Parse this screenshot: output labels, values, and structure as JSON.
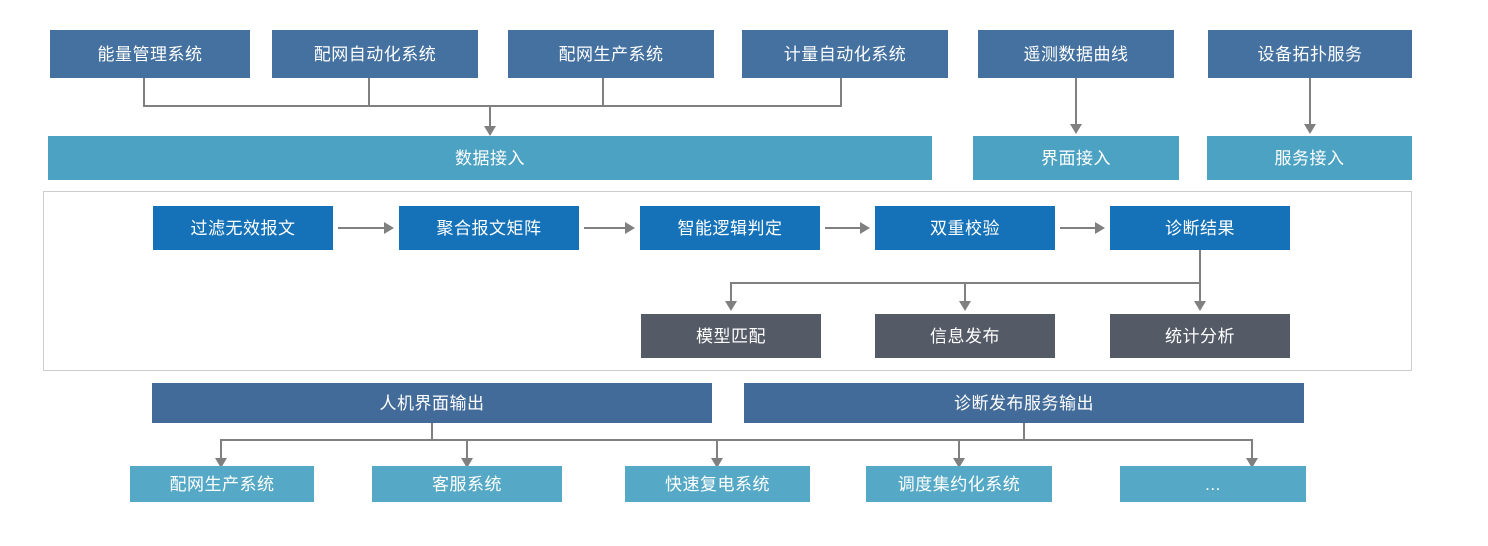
{
  "diagram": {
    "sources": [
      {
        "label": "能量管理系统"
      },
      {
        "label": "配网自动化系统"
      },
      {
        "label": "配网生产系统"
      },
      {
        "label": "计量自动化系统"
      },
      {
        "label": "遥测数据曲线"
      },
      {
        "label": "设备拓扑服务"
      }
    ],
    "access_bars": [
      {
        "label": "数据接入"
      },
      {
        "label": "界面接入"
      },
      {
        "label": "服务接入"
      }
    ],
    "pipeline": [
      {
        "label": "过滤无效报文"
      },
      {
        "label": "聚合报文矩阵"
      },
      {
        "label": "智能逻辑判定"
      },
      {
        "label": "双重校验"
      },
      {
        "label": "诊断结果"
      }
    ],
    "results": [
      {
        "label": "模型匹配"
      },
      {
        "label": "信息发布"
      },
      {
        "label": "统计分析"
      }
    ],
    "outputs": [
      {
        "label": "人机界面输出"
      },
      {
        "label": "诊断发布服务输出"
      }
    ],
    "consumers": [
      {
        "label": "配网生产系统"
      },
      {
        "label": "客服系统"
      },
      {
        "label": "快速复电系统"
      },
      {
        "label": "调度集约化系统"
      },
      {
        "label": "..."
      }
    ],
    "colors": {
      "source": "#4471A0",
      "access": "#4CA2C3",
      "process": "#1572B8",
      "result": "#545A66",
      "output": "#426B99",
      "consumer": "#56A9C6",
      "connector": "#808080",
      "panel_border": "#CDCDCD"
    }
  }
}
